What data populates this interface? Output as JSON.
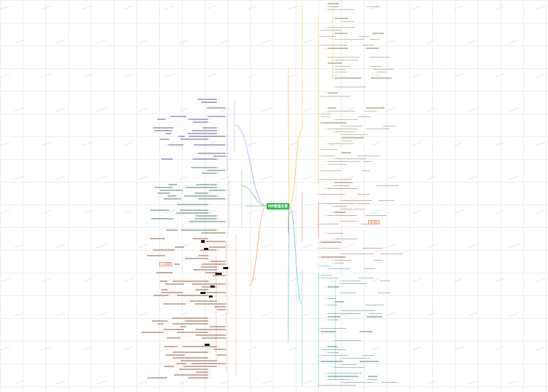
{
  "root": {
    "label": "HR管理全景",
    "color": "#2db84a"
  },
  "branch_colors": {
    "right_top": "#f2c94c",
    "right_mid": "#e86a4a",
    "right_bottom": "#6cc4c4",
    "left_top": "#a9a9e8",
    "left_mid": "#7fc4a8",
    "left_bottom": "#f0a070"
  },
  "highlight_tags": [
    {
      "label": "Ⅱ 人才测评"
    },
    {
      "label": "核心要点"
    }
  ]
}
